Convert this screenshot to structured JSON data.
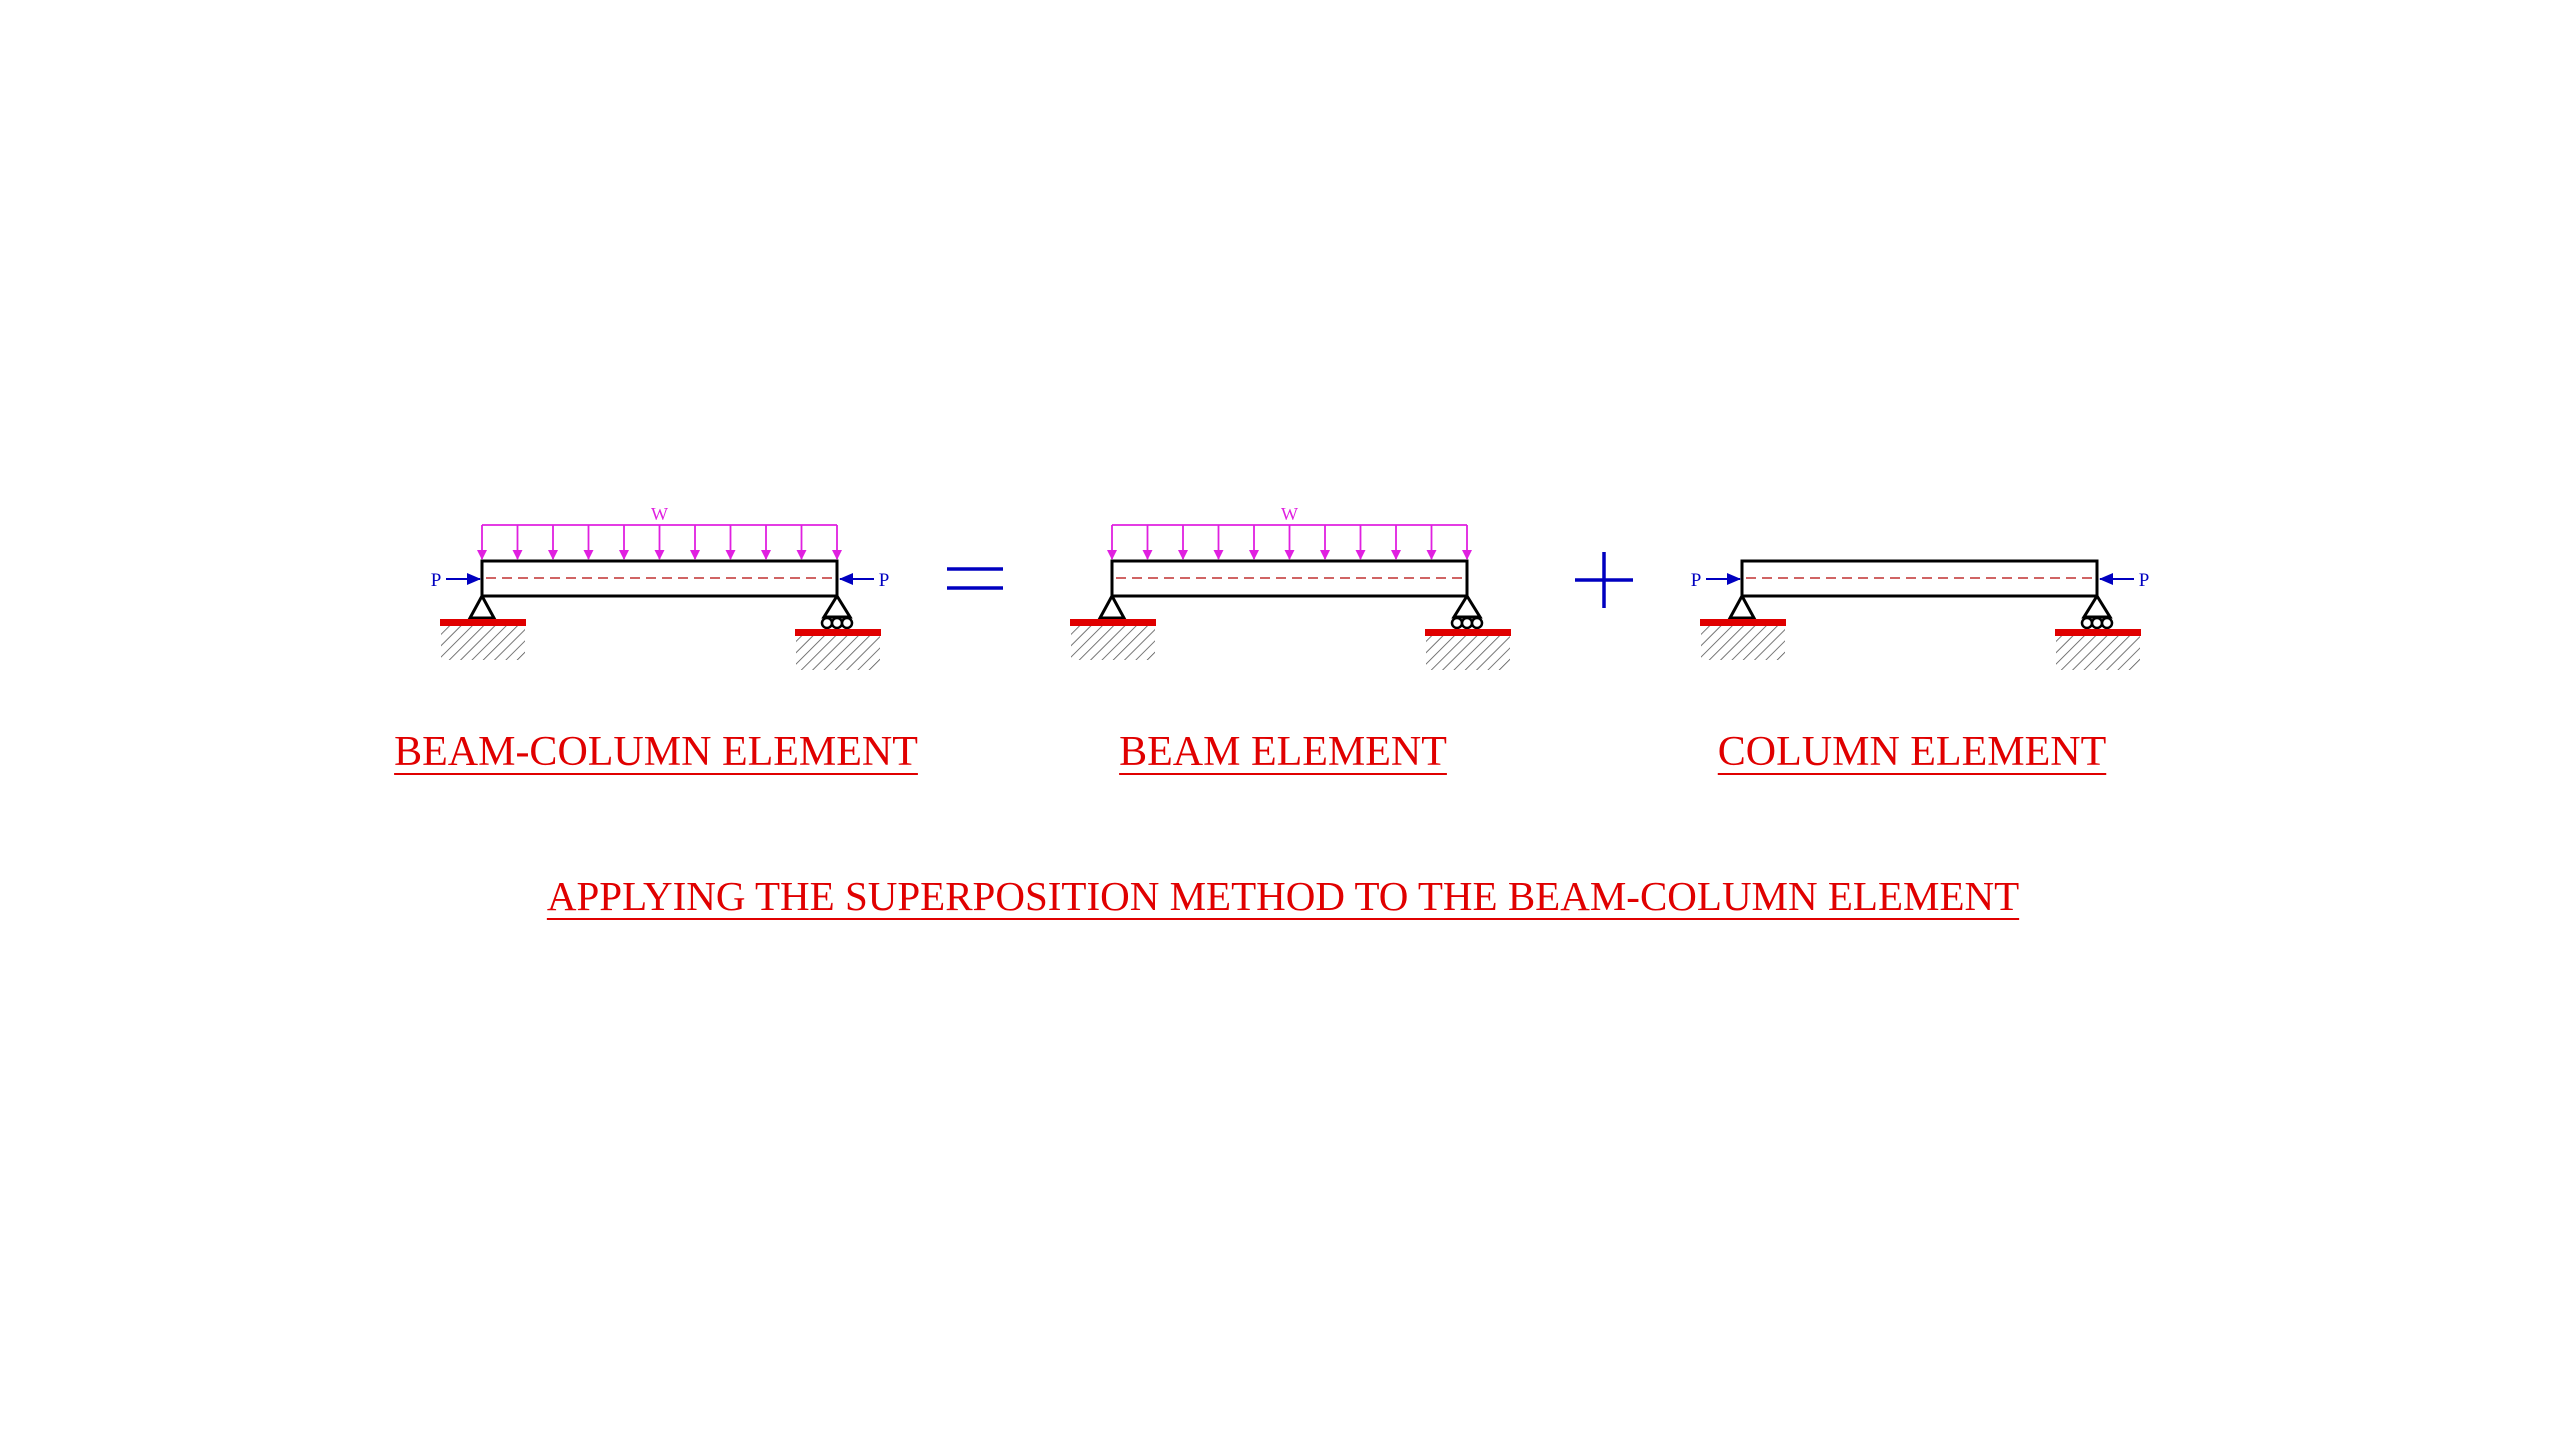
{
  "captions": {
    "beam_column": "BEAM-COLUMN ELEMENT",
    "beam": "BEAM ELEMENT",
    "column": "COLUMN ELEMENT",
    "main": "APPLYING THE SUPERPOSITION METHOD TO THE BEAM-COLUMN ELEMENT"
  },
  "labels": {
    "distributed_load": "W",
    "axial_load": "P"
  },
  "operators": {
    "equals": "=",
    "plus": "+"
  },
  "colors": {
    "caption": "#e00000",
    "distributed_load": "#e020e0",
    "axial_load": "#0000c0",
    "operator": "#0000c0",
    "ground_plate": "#e00000",
    "beam": "#000000",
    "centerline": "#c03030"
  },
  "diagrams": [
    {
      "id": "beam-column",
      "distributed_load": true,
      "axial_loads": true
    },
    {
      "id": "beam",
      "distributed_load": true,
      "axial_loads": false
    },
    {
      "id": "column",
      "distributed_load": false,
      "axial_loads": true
    }
  ]
}
